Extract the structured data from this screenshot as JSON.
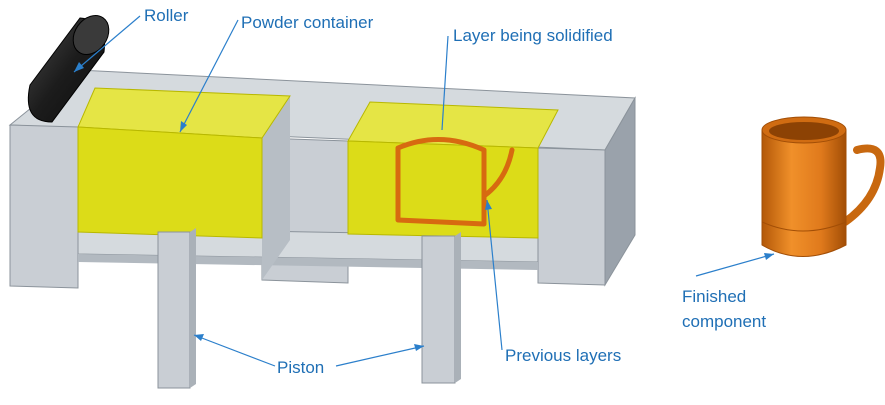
{
  "labels": {
    "roller": "Roller",
    "powder_container": "Powder container",
    "layer_being_solidified": "Layer being solidified",
    "previous_layers": "Previous layers",
    "piston": "Piston",
    "finished_component_line1": "Finished",
    "finished_component_line2": "component"
  },
  "colors": {
    "label_text": "#1f6fb5",
    "leader_line": "#2b7fcb",
    "powder": "#dcdc18",
    "machine_body": "#c4cad1",
    "roller": "#202020",
    "part": "#e07a1c"
  }
}
